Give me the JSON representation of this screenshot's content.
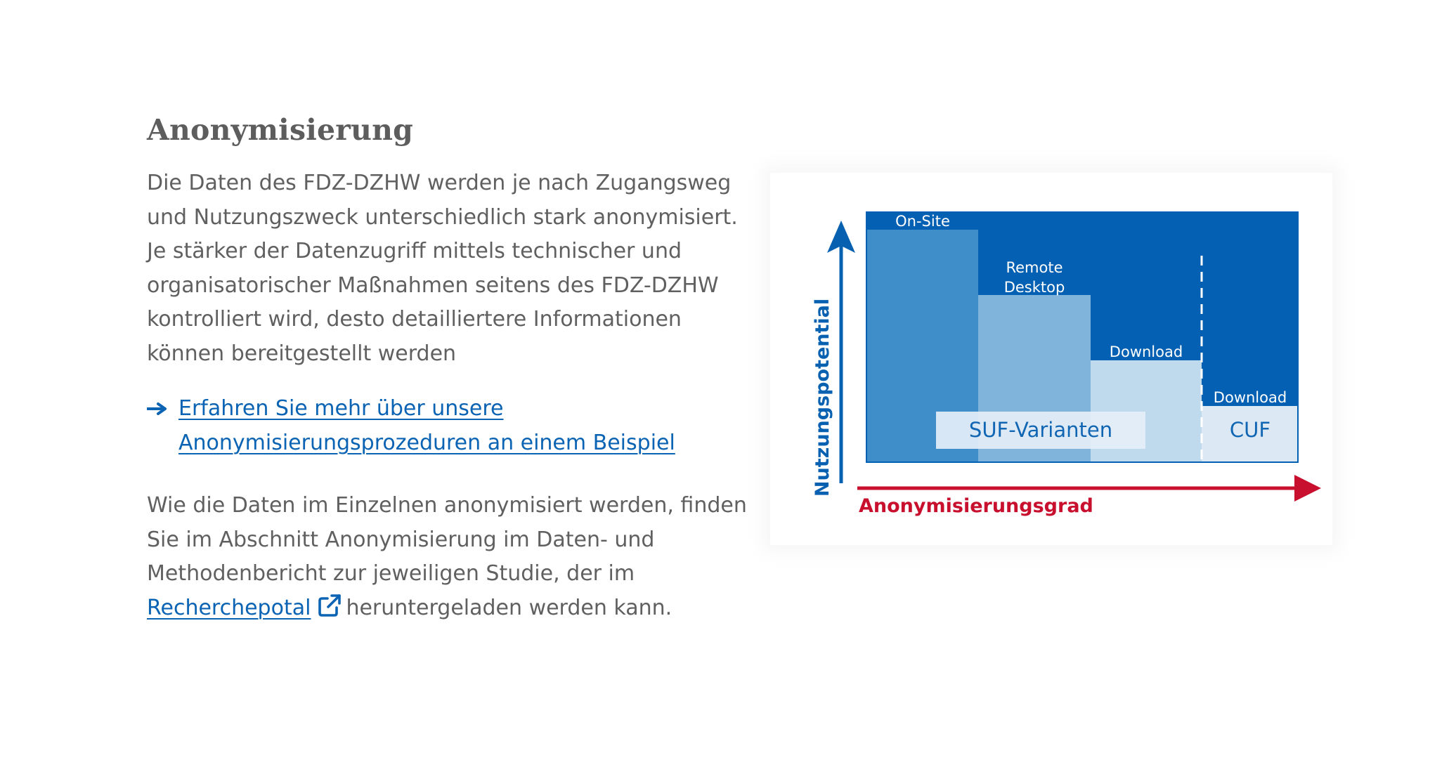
{
  "article": {
    "heading": "Anonymisierung",
    "intro_lines": [
      "Die Daten des FDZ-DZHW werden je nach Zugangsweg",
      "und Nutzungszweck unterschiedlich stark anonymisiert.",
      "Je stärker der Datenzugriff mittels technischer und",
      "organisatorischer Maßnahmen seitens des FDZ-DZHW",
      "kontrolliert wird, desto detailliertere Informationen",
      "können bereitgestellt werden"
    ],
    "more_link_lines": [
      "Erfahren Sie mehr über unsere",
      "Anonymisierungsprozeduren an einem Beispiel"
    ],
    "outro_lines": [
      "Wie die Daten im Einzelnen anonymisiert werden, finden",
      "Sie im Abschnitt Anonymisierung im Daten- und",
      "Methodenbericht zur jeweiligen Studie, der im"
    ],
    "portal_link": "Recherchepotal",
    "outro_tail": "heruntergeladen werden kann.",
    "link_color": "#0a63b3"
  },
  "diagram": {
    "y_axis_label": "Nutzungspotential",
    "x_axis_label": "Anonymisierungsgrad",
    "labels": {
      "on_site": "On-Site",
      "remote_line1": "Remote",
      "remote_line2": "Desktop",
      "download_suf": "Download",
      "download_cuf": "Download",
      "suf": "SUF-Varianten",
      "cuf": "CUF"
    },
    "colors": {
      "frame": "#0460b2",
      "level_onsite": "#3f8ec9",
      "level_remote": "#80b4db",
      "level_download": "#bfd9ed",
      "level_cuf": "#dce9f5",
      "y_axis": "#0760b0",
      "x_axis": "#c8102e"
    },
    "icons": [
      "arrow-right-icon",
      "external-link-icon"
    ]
  }
}
